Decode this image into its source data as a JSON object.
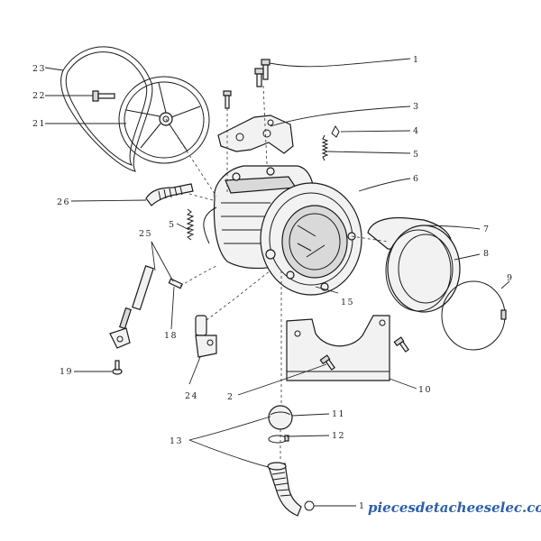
{
  "labels": {
    "l1": "1",
    "l2": "2",
    "l3": "3",
    "l4": "4",
    "l5a": "5",
    "l5b": "5",
    "l6": "6",
    "l7": "7",
    "l8": "8",
    "l9": "9",
    "l10": "10",
    "l11": "11",
    "l12": "12",
    "l13": "13",
    "l14": "1",
    "l15": "15",
    "l18": "18",
    "l19": "19",
    "l21": "21",
    "l22": "22",
    "l23": "23",
    "l24": "24",
    "l25": "25",
    "l26": "26"
  },
  "watermark": "piecesdetacheeselec.com",
  "colors": {
    "watermark": "#2f5fa8",
    "line": "#1a1a1a"
  }
}
